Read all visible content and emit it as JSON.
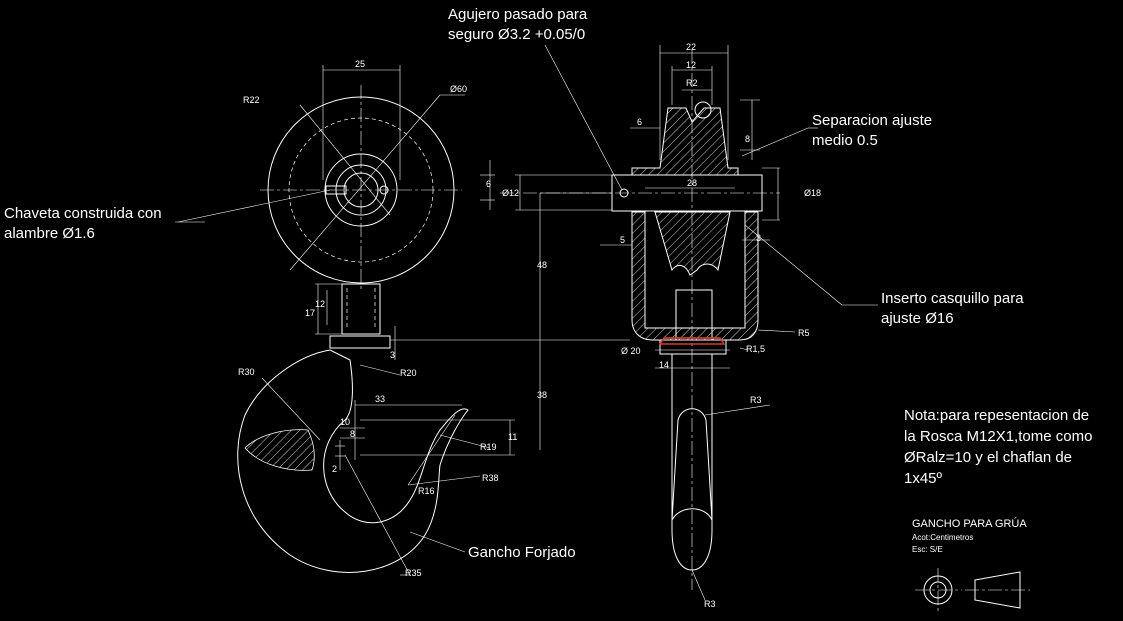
{
  "notes": {
    "agujero_l1": "Agujero pasado para",
    "agujero_l2": "seguro Ø3.2 +0.05/0",
    "separacion_l1": "Separacion ajuste",
    "separacion_l2": "medio 0.5",
    "chaveta_l1": "Chaveta construida con",
    "chaveta_l2": "alambre Ø1.6",
    "inserto_l1": "Inserto casquillo para",
    "inserto_l2": "ajuste Ø16",
    "gancho": "Gancho Forjado",
    "nota_l1": "Nota:para repesentacion  de",
    "nota_l2": "la Rosca M12X1,tome como",
    "nota_l3": "ØRalz=10 y el chaflan de",
    "nota_l4": "1x45º"
  },
  "title_block": {
    "title": "GANCHO PARA GRÚA",
    "units": "Acot:Centimetros",
    "scale": "Esc: S/E"
  },
  "dims": {
    "d25": "25",
    "r22": "R22",
    "d60": "Ø60",
    "d6": "6",
    "d17": "17",
    "d12v": "12",
    "d3": "3",
    "r20": "R20",
    "r30": "R30",
    "d33": "33",
    "d10": "10",
    "d8": "8",
    "d11": "11",
    "r19": "R19",
    "r38": "R38",
    "d2": "2",
    "r16": "R16",
    "r35": "R35",
    "d48": "48",
    "d38": "38",
    "d12h": "Ø12",
    "d22": "22",
    "d12t": "12",
    "r2": "R2",
    "d6b": "6",
    "d8b": "8",
    "d28": "28",
    "d18": "Ø18",
    "d5": "5",
    "d3b": "3",
    "r5": "R5",
    "d20": "Ø 20",
    "r15": "R1,5",
    "d14": "14",
    "r3a": "R3",
    "r3b": "R3"
  },
  "colors": {
    "background": "#000000",
    "lines": "#ffffff",
    "cap": "#d23a2a"
  }
}
